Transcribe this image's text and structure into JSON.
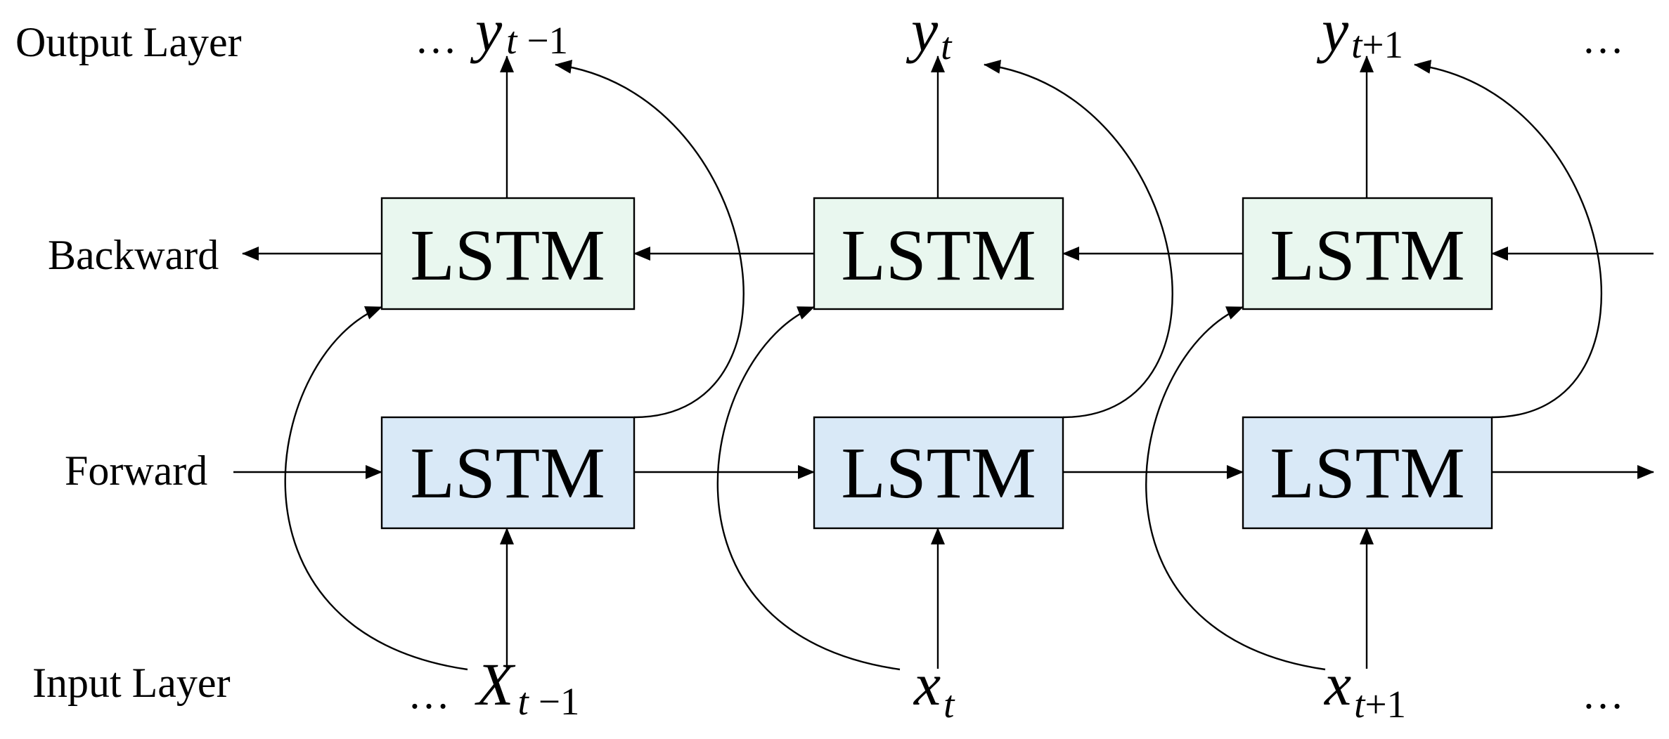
{
  "layers": {
    "output": "Output Layer",
    "backward": "Backward",
    "forward": "Forward",
    "input": "Input Layer"
  },
  "cell_label": "LSTM",
  "outputs": [
    {
      "base": "y",
      "sub_var": "t",
      "sub_rest": "−1"
    },
    {
      "base": "y",
      "sub_var": "t",
      "sub_rest": ""
    },
    {
      "base": "y",
      "sub_var": "t",
      "sub_rest": "+1"
    }
  ],
  "inputs": [
    {
      "base": "X",
      "sub_var": "t",
      "sub_rest": "−1"
    },
    {
      "base": "x",
      "sub_var": "t",
      "sub_rest": ""
    },
    {
      "base": "x",
      "sub_var": "t",
      "sub_rest": "+1"
    }
  ],
  "ellipsis": "…",
  "colors": {
    "backward_fill": "#e9f7ef",
    "forward_fill": "#d9e9f7",
    "stroke": "#000000"
  }
}
